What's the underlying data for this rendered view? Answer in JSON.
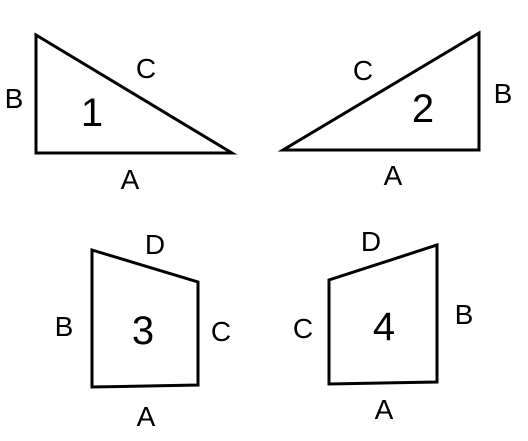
{
  "shapes": [
    {
      "id": "shape-1",
      "number": "1",
      "type": "right-triangle",
      "labels": {
        "horizontal": "A",
        "vertical": "B",
        "slanted": "C"
      }
    },
    {
      "id": "shape-2",
      "number": "2",
      "type": "right-triangle",
      "labels": {
        "horizontal": "A",
        "vertical": "B",
        "slanted": "C"
      }
    },
    {
      "id": "shape-3",
      "number": "3",
      "type": "quadrilateral",
      "labels": {
        "bottom": "A",
        "left": "B",
        "right": "C",
        "top": "D"
      }
    },
    {
      "id": "shape-4",
      "number": "4",
      "type": "quadrilateral",
      "labels": {
        "bottom": "A",
        "right": "B",
        "left": "C",
        "top": "D"
      }
    }
  ],
  "colors": {
    "stroke": "#000000",
    "background": "#ffffff",
    "text": "#000000"
  }
}
